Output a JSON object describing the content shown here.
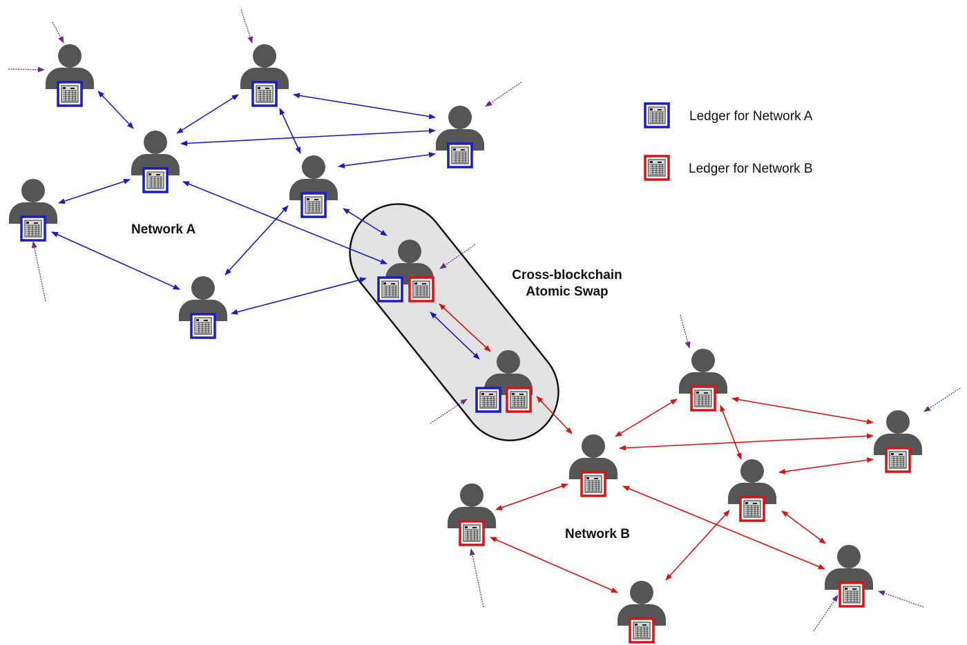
{
  "legend": {
    "ledger_a_label": "Ledger for Network A",
    "ledger_b_label": "Ledger for Network B"
  },
  "labels": {
    "network_a": "Network A",
    "network_b": "Network B",
    "swap_line1": "Cross-blockchain",
    "swap_line2": "Atomic Swap"
  },
  "colors": {
    "network_a": "#1a1acc",
    "network_b": "#dd1111",
    "incoming": "#6a2c8c",
    "person": "#555555",
    "swap_fill": "#e3e3e3",
    "swap_outline": "#111111"
  }
}
